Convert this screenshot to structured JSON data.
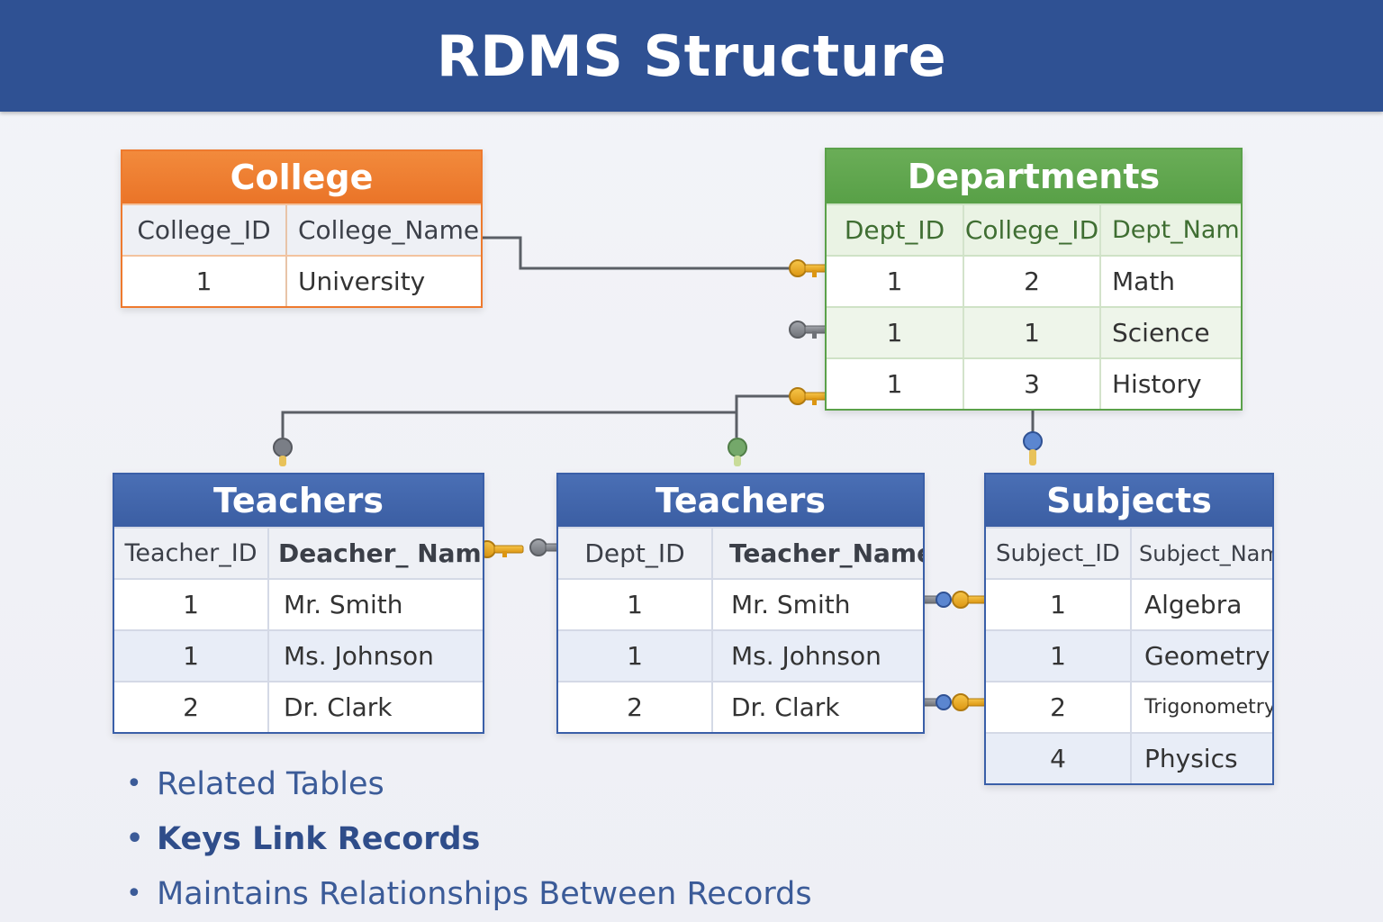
{
  "title": "RDMS Structure",
  "colors": {
    "header_blue": "#2f5193",
    "college_orange": "#ee7a2e",
    "departments_green": "#5ba14a",
    "table_blue": "#3b5ea3",
    "key_gold": "#e8a41c",
    "key_gray": "#8a8d93",
    "connector": "#5b5f66"
  },
  "college": {
    "title": "College",
    "columns": [
      "College_ID",
      "College_Name"
    ],
    "rows": [
      [
        "1",
        "University"
      ]
    ]
  },
  "departments": {
    "title": "Departments",
    "columns": [
      "Dept_ID",
      "College_ID",
      "Dept_Name"
    ],
    "rows": [
      [
        "1",
        "2",
        "Math"
      ],
      [
        "1",
        "1",
        "Science"
      ],
      [
        "1",
        "3",
        "History"
      ]
    ]
  },
  "teachers_left": {
    "title": "Teachers",
    "columns": [
      "Teacher_ID",
      "Deacher_ Name"
    ],
    "rows": [
      [
        "1",
        "Mr. Smith"
      ],
      [
        "1",
        "Ms. Johnson"
      ],
      [
        "2",
        "Dr. Clark"
      ]
    ]
  },
  "teachers_right": {
    "title": "Teachers",
    "columns": [
      "Dept_ID",
      "Teacher_Name"
    ],
    "rows": [
      [
        "1",
        "Mr. Smith"
      ],
      [
        "1",
        "Ms. Johnson"
      ],
      [
        "2",
        "Dr. Clark"
      ]
    ]
  },
  "subjects": {
    "title": "Subjects",
    "columns": [
      "Subject_ID",
      "Subject_Name"
    ],
    "rows": [
      [
        "1",
        "Algebra"
      ],
      [
        "1",
        "Geometry"
      ],
      [
        "2",
        "Trigonometry"
      ],
      [
        "4",
        "Physics"
      ]
    ]
  },
  "bullets": [
    "Related Tables",
    "Keys Link Records",
    "Maintains Relationships Between Records"
  ],
  "icons": [
    "key-icon",
    "pin-icon"
  ]
}
